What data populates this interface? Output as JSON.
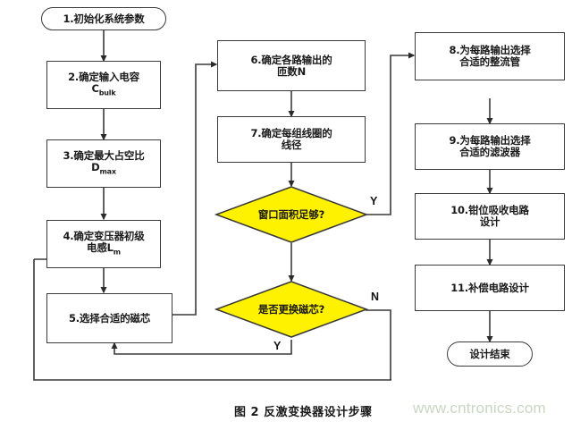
{
  "figure": {
    "caption": "图 2 反激变换器设计步骤",
    "watermark": "www.cntronics.com"
  },
  "colors": {
    "decision_fill": "#FFF200",
    "stroke": "#3a3a3a",
    "node_fill": "#ffffff",
    "text": "#1a1a1a",
    "watermark": "#c9d6c2"
  },
  "flowchart": {
    "type": "flowchart",
    "title": "反激变换器设计步骤",
    "nodes": [
      {
        "id": "n1",
        "shape": "terminator",
        "label": "1.初始化系统参数",
        "line2": "",
        "sub": ""
      },
      {
        "id": "n2",
        "shape": "process",
        "label": "2.确定输入电容",
        "line2": "C",
        "sub": "bulk"
      },
      {
        "id": "n3",
        "shape": "process",
        "label": "3.确定最大占空比",
        "line2": "D",
        "sub": "max"
      },
      {
        "id": "n4",
        "shape": "process",
        "label": "4.确定变压器初级",
        "line2": "电感L",
        "sub": "m"
      },
      {
        "id": "n5",
        "shape": "process",
        "label": "5.选择合适的磁芯",
        "line2": "",
        "sub": ""
      },
      {
        "id": "n6",
        "shape": "process",
        "label": "6.确定各路输出的",
        "line2": "匝数N",
        "sub": ""
      },
      {
        "id": "n7",
        "shape": "process",
        "label": "7.确定每组线圈的",
        "line2": "线径",
        "sub": ""
      },
      {
        "id": "d1",
        "shape": "decision",
        "label": "窗口面积足够?",
        "line2": "",
        "sub": ""
      },
      {
        "id": "d2",
        "shape": "decision",
        "label": "是否更换磁芯?",
        "line2": "",
        "sub": ""
      },
      {
        "id": "n8",
        "shape": "process",
        "label": "8.为每路输出选择",
        "line2": "合适的整流管",
        "sub": ""
      },
      {
        "id": "n9",
        "shape": "process",
        "label": "9.为每路输出选择",
        "line2": "合适的滤波器",
        "sub": ""
      },
      {
        "id": "n10",
        "shape": "process",
        "label": "10.钳位吸收电路",
        "line2": "设计",
        "sub": ""
      },
      {
        "id": "n11",
        "shape": "process",
        "label": "11.补偿电路设计",
        "line2": "",
        "sub": ""
      },
      {
        "id": "n12",
        "shape": "terminator",
        "label": "设计结束",
        "line2": "",
        "sub": ""
      }
    ],
    "branch_labels": {
      "d1_yes": "Y",
      "d2_no": "N",
      "d2_yes": "Y"
    },
    "edges": [
      {
        "from": "n1",
        "to": "n2"
      },
      {
        "from": "n2",
        "to": "n3"
      },
      {
        "from": "n3",
        "to": "n4"
      },
      {
        "from": "n4",
        "to": "n5"
      },
      {
        "from": "n5",
        "to": "n6"
      },
      {
        "from": "n6",
        "to": "n7"
      },
      {
        "from": "n7",
        "to": "d1"
      },
      {
        "from": "d1",
        "to": "n8",
        "label": "Y"
      },
      {
        "from": "d1",
        "to": "d2",
        "label": ""
      },
      {
        "from": "d2",
        "to": "n5",
        "label": "Y"
      },
      {
        "from": "d2",
        "to": "n4",
        "label": "N"
      },
      {
        "from": "n8",
        "to": "n9"
      },
      {
        "from": "n9",
        "to": "n10"
      },
      {
        "from": "n10",
        "to": "n11"
      },
      {
        "from": "n11",
        "to": "n12"
      }
    ]
  }
}
